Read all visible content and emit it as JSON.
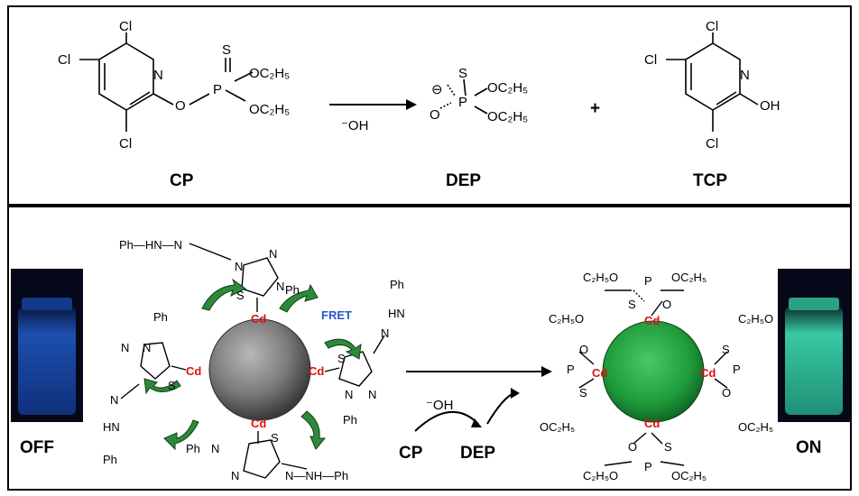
{
  "top": {
    "labels": {
      "cp": "CP",
      "dep": "DEP",
      "tcp": "TCP"
    },
    "reagent": "⁻OH",
    "plus": "+",
    "atoms": {
      "cl": "Cl",
      "n": "N",
      "o": "O",
      "p": "P",
      "s": "S",
      "oh": "OH",
      "oc2h5": "OC₂H₅",
      "minus": "⊖"
    }
  },
  "bottom": {
    "vial_off": "OFF",
    "vial_on": "ON",
    "fret": "FRET",
    "cd": "Cd",
    "reagent": "⁻OH",
    "cp": "CP",
    "dep": "DEP",
    "ph": "Ph",
    "ph_hn_n": "Ph—HN—N",
    "n_nh_ph": "N—NH—Ph",
    "hn": "HN",
    "nh": "NH",
    "n": "N",
    "s": "S",
    "o": "O",
    "p": "P",
    "c2h5o": "C₂H₅O",
    "oc2h5": "OC₂H₅",
    "c2h5": "C₂H₅",
    "colors": {
      "cd": "#e01010",
      "fret": "#2a56c8",
      "arrow_green": "#2e8a3a",
      "qd_off": "#7a7a7a",
      "qd_on": "#1f9a3a",
      "vial_off": "#1d4fae",
      "vial_on": "#38c9a4"
    }
  }
}
